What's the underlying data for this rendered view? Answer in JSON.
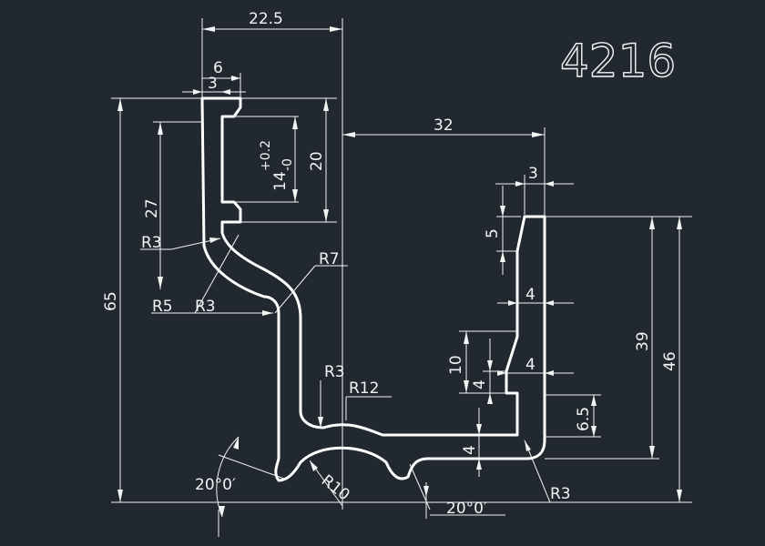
{
  "part_number": "4216",
  "dimensions": {
    "top_width": "22.5",
    "lip_width": "6",
    "lip_inner": "3",
    "groove_tol": "14",
    "groove_tol_upper": "+0.2",
    "groove_tol_lower": "-0",
    "groove_depth": "20",
    "left_height": "27",
    "overall_height": "65",
    "horizontal_32": "32",
    "right_wall": "3",
    "right_top": "5",
    "right_w1": "4",
    "right_10": "10",
    "right_4a": "4",
    "right_w2": "4",
    "right_39": "39",
    "right_46": "46",
    "right_65": "6.5",
    "bottom_4": "4"
  },
  "radii": {
    "r3_upper": "R3",
    "r5": "R5",
    "r3_mid": "R3",
    "r7": "R7",
    "r3_inner": "R3",
    "r12": "R12",
    "r10": "R10",
    "r3_corner": "R3"
  },
  "angles": {
    "left": "20°0′",
    "right": "20°0′"
  }
}
